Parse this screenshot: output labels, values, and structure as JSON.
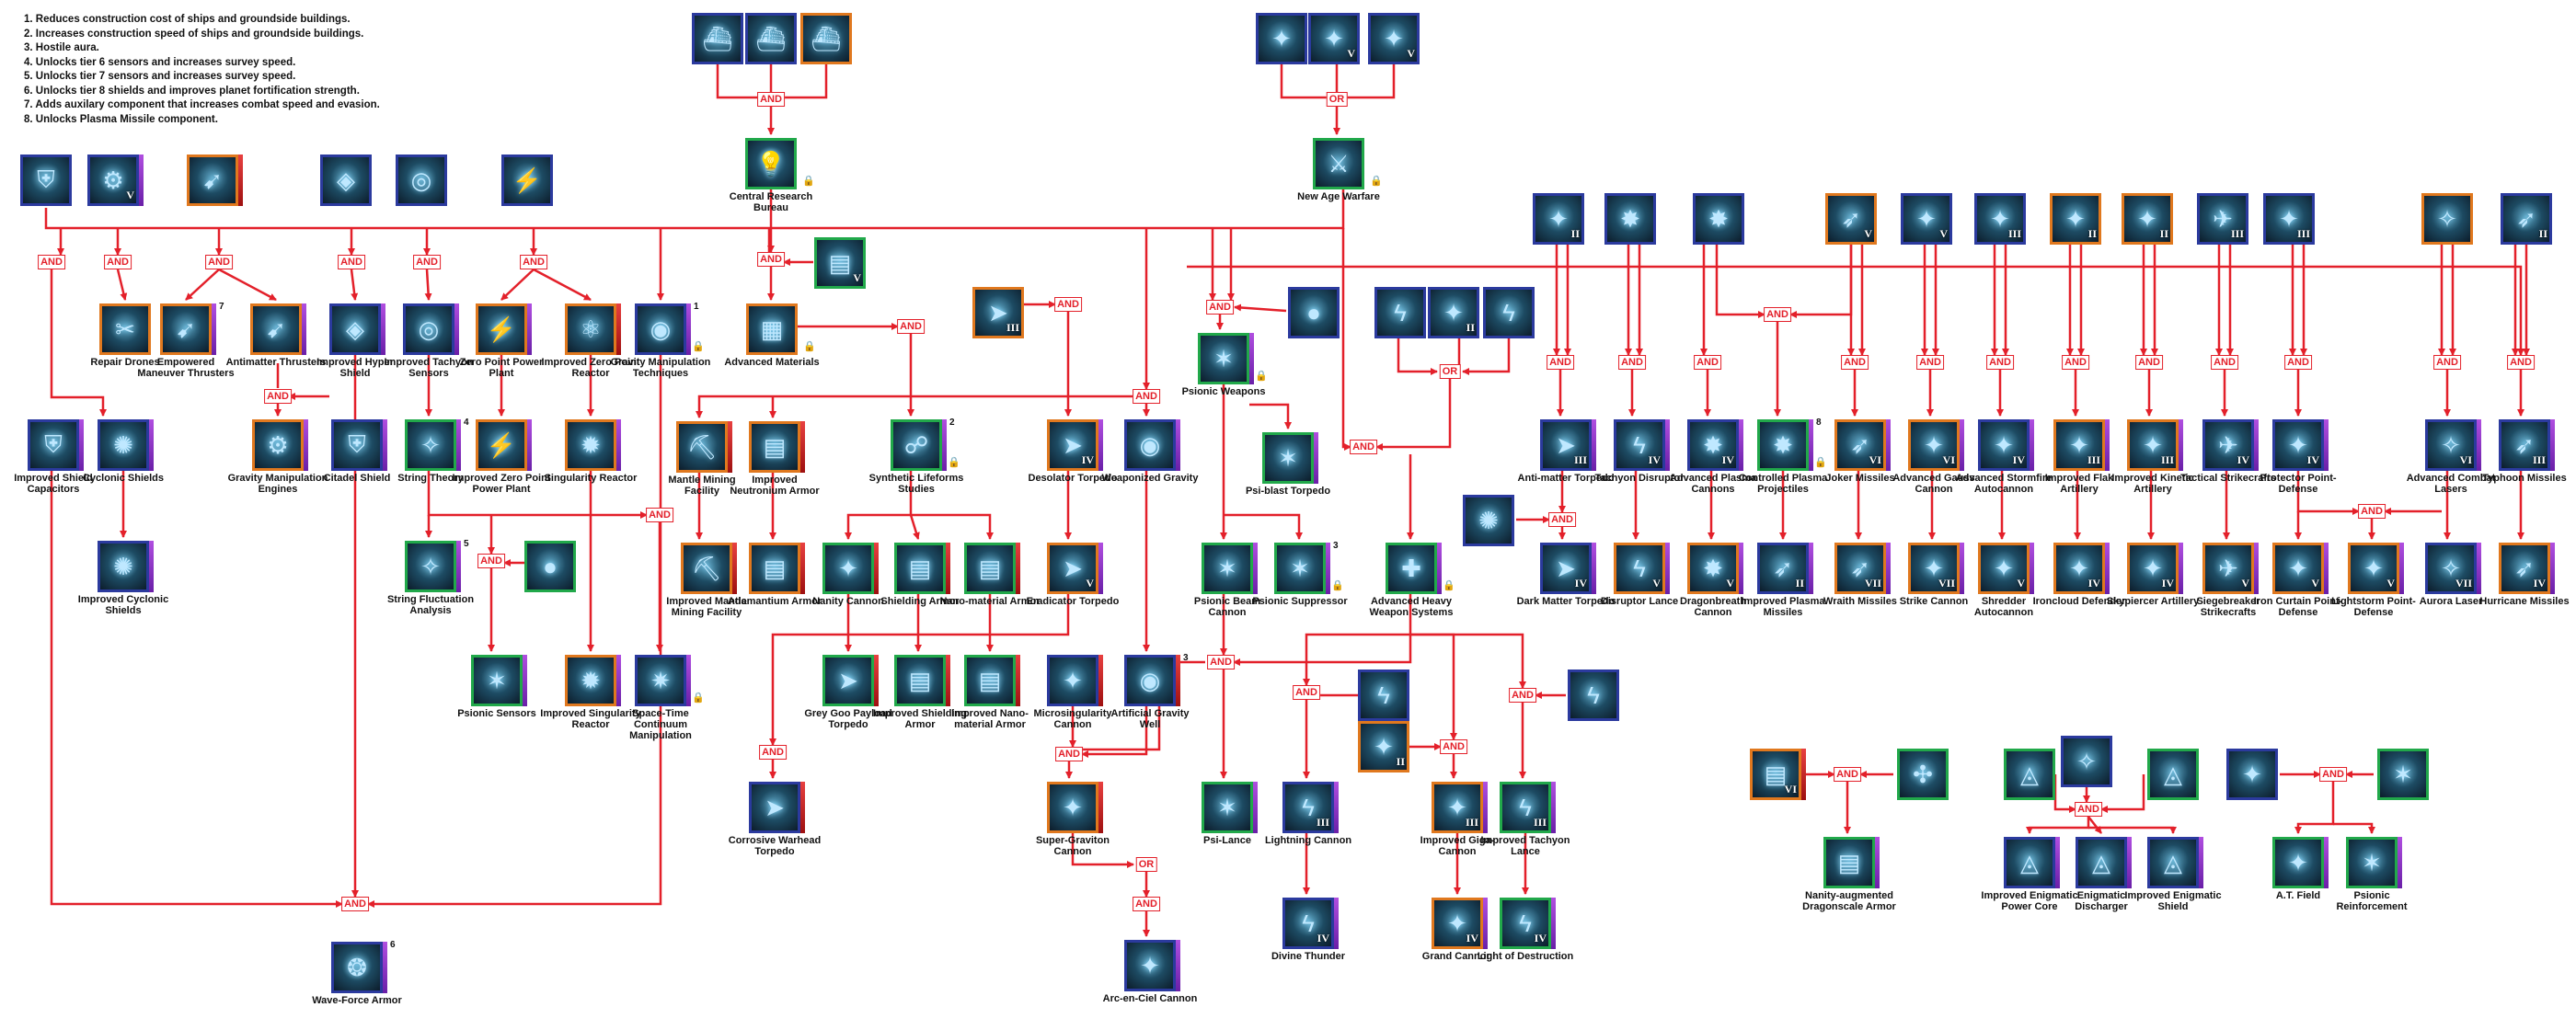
{
  "notes": [
    "1. Reduces construction cost of ships and groundside buildings.",
    "2. Increases construction speed of ships and groundside buildings.",
    "3. Hostile aura.",
    "4. Unlocks tier 6 sensors and increases survey speed.",
    "5. Unlocks tier 7 sensors and increases survey speed.",
    "6. Unlocks tier 8 shields and improves planet fortification strength.",
    "7. Adds auxilary component that increases combat speed and evasion.",
    "8. Unlocks Plasma Missile component."
  ],
  "colors": {
    "line": "#e3202a",
    "tier_blue": "#2b3a9e",
    "tier_orange": "#e0781e",
    "tier_green": "#21a84a"
  },
  "gates": {
    "and": "AND",
    "or": "OR"
  },
  "nodes": [
    {
      "id": "top-a1",
      "label": "",
      "roman": "",
      "border": "blue",
      "icon": "ship-icon"
    },
    {
      "id": "top-a2",
      "label": "",
      "roman": "",
      "border": "blue",
      "icon": "ship-icon"
    },
    {
      "id": "top-a3",
      "label": "",
      "roman": "",
      "border": "orange",
      "icon": "ship-icon"
    },
    {
      "id": "central-research",
      "label": "Central Research Bureau",
      "roman": "",
      "border": "green",
      "icon": "lightbulb-icon"
    },
    {
      "id": "top-b1",
      "label": "",
      "roman": "",
      "border": "blue",
      "icon": "cannon-icon"
    },
    {
      "id": "top-b2",
      "label": "",
      "roman": "V",
      "border": "blue",
      "icon": "cannon-icon"
    },
    {
      "id": "top-b3",
      "label": "",
      "roman": "V",
      "border": "blue",
      "icon": "cannon-icon"
    },
    {
      "id": "new-age-warfare",
      "label": "New Age Warfare",
      "roman": "",
      "border": "green",
      "icon": "warfare-icon"
    },
    {
      "id": "r1-shield",
      "label": "",
      "roman": "",
      "border": "blue",
      "icon": "shield-icon"
    },
    {
      "id": "r1-v",
      "label": "",
      "roman": "V",
      "border": "blue",
      "icon": "tech-icon"
    },
    {
      "id": "r1-thruster",
      "label": "",
      "roman": "",
      "border": "orange",
      "icon": "thruster-icon"
    },
    {
      "id": "r1-hyper",
      "label": "",
      "roman": "",
      "border": "blue",
      "icon": "hypershield-icon"
    },
    {
      "id": "r1-tachyon",
      "label": "",
      "roman": "",
      "border": "blue",
      "icon": "sensor-icon"
    },
    {
      "id": "r1-zeropoint",
      "label": "",
      "roman": "",
      "border": "blue",
      "icon": "power-icon"
    },
    {
      "id": "repair-drones",
      "label": "Repair Drones",
      "roman": "",
      "border": "orange",
      "icon": "wrench-icon"
    },
    {
      "id": "empowered-maneuver",
      "label": "Empowered Maneuver Thrusters",
      "roman": "",
      "border": "orange",
      "icon": "thruster-icon",
      "note": "7"
    },
    {
      "id": "antimatter-thrusters",
      "label": "Antimatter Thrusters",
      "roman": "",
      "border": "orange",
      "icon": "thruster-icon"
    },
    {
      "id": "improved-hyper",
      "label": "Improved Hyper Shield",
      "roman": "",
      "border": "blue",
      "icon": "hypershield-icon"
    },
    {
      "id": "improved-tachyon",
      "label": "Improved Tachyon Sensors",
      "roman": "",
      "border": "blue",
      "icon": "sensor-icon"
    },
    {
      "id": "zero-point-plant",
      "label": "Zero Point Power Plant",
      "roman": "",
      "border": "orange",
      "icon": "power-icon"
    },
    {
      "id": "improved-zero-reactor",
      "label": "Improved Zero Point Reactor",
      "roman": "",
      "border": "orange",
      "icon": "reactor-icon"
    },
    {
      "id": "gravity-manip",
      "label": "Gravity Manipulation Techniques",
      "roman": "",
      "border": "blue",
      "icon": "gravity-icon",
      "note": "1"
    },
    {
      "id": "advanced-materials",
      "label": "Advanced Materials",
      "roman": "",
      "border": "orange",
      "icon": "materials-icon"
    },
    {
      "id": "mat-v",
      "label": "",
      "roman": "V",
      "border": "green",
      "icon": "armor-icon"
    },
    {
      "id": "improved-shield-cap",
      "label": "Improved Shield Capacitors",
      "roman": "",
      "border": "blue",
      "icon": "shield-icon"
    },
    {
      "id": "cyclonic-shields",
      "label": "Cyclonic Shields",
      "roman": "",
      "border": "blue",
      "icon": "cyclone-icon"
    },
    {
      "id": "improved-cyclonic",
      "label": "Improved Cyclonic Shields",
      "roman": "",
      "border": "blue",
      "icon": "cyclone-icon"
    },
    {
      "id": "gravity-engines",
      "label": "Gravity Manipulation Engines",
      "roman": "",
      "border": "orange",
      "icon": "engine-icon"
    },
    {
      "id": "citadel-shield",
      "label": "Citadel Shield",
      "roman": "",
      "border": "blue",
      "icon": "shield-icon"
    },
    {
      "id": "string-theory",
      "label": "String Theory",
      "roman": "",
      "border": "green",
      "icon": "string-icon",
      "note": "4"
    },
    {
      "id": "improved-zero-plant",
      "label": "Improved Zero Point Power Plant",
      "roman": "",
      "border": "orange",
      "icon": "power-icon"
    },
    {
      "id": "singularity-reactor",
      "label": "Singularity Reactor",
      "roman": "",
      "border": "orange",
      "icon": "singularity-icon"
    },
    {
      "id": "string-fluct",
      "label": "String Fluctuation Analysis",
      "roman": "",
      "border": "green",
      "icon": "string-icon",
      "note": "5"
    },
    {
      "id": "psi-orb-1",
      "label": "",
      "roman": "",
      "border": "green",
      "icon": "orb-icon"
    },
    {
      "id": "psionic-sensors",
      "label": "Psionic Sensors",
      "roman": "",
      "border": "green",
      "icon": "psionic-icon"
    },
    {
      "id": "improved-singularity",
      "label": "Improved Singularity Reactor",
      "roman": "",
      "border": "orange",
      "icon": "singularity-icon"
    },
    {
      "id": "space-time",
      "label": "Space-Time Continuum Manipulation",
      "roman": "",
      "border": "blue",
      "icon": "spacetime-icon"
    },
    {
      "id": "wave-force",
      "label": "Wave-Force Armor",
      "roman": "",
      "border": "blue",
      "icon": "wave-icon",
      "note": "6"
    },
    {
      "id": "mantle-mining",
      "label": "Mantle Mining Facility",
      "roman": "",
      "border": "orange",
      "icon": "mining-icon"
    },
    {
      "id": "improved-neutronium",
      "label": "Improved Neutronium Armor",
      "roman": "",
      "border": "orange",
      "icon": "armor-icon"
    },
    {
      "id": "improved-mantle",
      "label": "Improved Mantle Mining Facility",
      "roman": "",
      "border": "orange",
      "icon": "mining-icon"
    },
    {
      "id": "adamantium",
      "label": "Adamantium Armor",
      "roman": "",
      "border": "orange",
      "icon": "armor-icon"
    },
    {
      "id": "torp-iii",
      "label": "",
      "roman": "III",
      "border": "orange",
      "icon": "torpedo-icon"
    },
    {
      "id": "synthetic-lifeforms",
      "label": "Synthetic Lifeforms Studies",
      "roman": "",
      "border": "green",
      "icon": "synthetic-icon",
      "note": "2"
    },
    {
      "id": "nanity-cannon",
      "label": "Nanity Cannon",
      "roman": "",
      "border": "green",
      "icon": "cannon-icon"
    },
    {
      "id": "shielding-armor",
      "label": "Shielding Armor",
      "roman": "",
      "border": "green",
      "icon": "armor-icon"
    },
    {
      "id": "nano-armor",
      "label": "Nano-material Armor",
      "roman": "",
      "border": "green",
      "icon": "armor-icon"
    },
    {
      "id": "grey-goo",
      "label": "Grey Goo Payload Torpedo",
      "roman": "",
      "border": "green",
      "icon": "torpedo-icon"
    },
    {
      "id": "improved-shielding",
      "label": "Improved Shielding Armor",
      "roman": "",
      "border": "green",
      "icon": "armor-icon"
    },
    {
      "id": "improved-nano",
      "label": "Improved Nano-material Armor",
      "roman": "",
      "border": "green",
      "icon": "armor-icon"
    },
    {
      "id": "desolator",
      "label": "Desolator Torpedo",
      "roman": "IV",
      "border": "orange",
      "icon": "torpedo-icon"
    },
    {
      "id": "eradicator",
      "label": "Eradicator Torpedo",
      "roman": "V",
      "border": "orange",
      "icon": "torpedo-icon"
    },
    {
      "id": "corrosive",
      "label": "Corrosive Warhead Torpedo",
      "roman": "",
      "border": "blue",
      "icon": "torpedo-icon"
    },
    {
      "id": "weaponized-gravity",
      "label": "Weaponized Gravity",
      "roman": "",
      "border": "blue",
      "icon": "gravity-icon"
    },
    {
      "id": "microsingularity",
      "label": "Microsingularity Cannon",
      "roman": "",
      "border": "blue",
      "icon": "cannon-icon"
    },
    {
      "id": "artificial-gravity",
      "label": "Artificial Gravity Well",
      "roman": "",
      "border": "blue",
      "icon": "gravity-icon",
      "note": "3"
    },
    {
      "id": "super-graviton",
      "label": "Super-Graviton Cannon",
      "roman": "",
      "border": "orange",
      "icon": "cannon-icon"
    },
    {
      "id": "arc-en-ciel",
      "label": "Arc-en-Ciel Cannon",
      "roman": "",
      "border": "blue",
      "icon": "cannon-icon"
    },
    {
      "id": "psi-orb-2",
      "label": "",
      "roman": "",
      "border": "blue",
      "icon": "orb-icon"
    },
    {
      "id": "psionic-weapons",
      "label": "Psionic Weapons",
      "roman": "",
      "border": "green",
      "icon": "psionic-icon"
    },
    {
      "id": "psi-blast",
      "label": "Psi-blast Torpedo",
      "roman": "",
      "border": "green",
      "icon": "psionic-icon"
    },
    {
      "id": "psionic-beam",
      "label": "Psionic Beam Cannon",
      "roman": "",
      "border": "green",
      "icon": "psionic-icon"
    },
    {
      "id": "psionic-suppressor",
      "label": "Psionic Suppressor",
      "roman": "",
      "border": "green",
      "icon": "psionic-icon",
      "note": "3"
    },
    {
      "id": "psi-lance",
      "label": "Psi-Lance",
      "roman": "",
      "border": "green",
      "icon": "psionic-icon"
    },
    {
      "id": "hw-bolt",
      "label": "",
      "roman": "",
      "border": "blue",
      "icon": "lightning-icon"
    },
    {
      "id": "hw-ii",
      "label": "",
      "roman": "II",
      "border": "blue",
      "icon": "cannon-icon"
    },
    {
      "id": "hw-bolt2",
      "label": "",
      "roman": "",
      "border": "blue",
      "icon": "lightning-icon"
    },
    {
      "id": "advanced-heavy",
      "label": "Advanced Heavy Weapon Systems",
      "roman": "",
      "border": "green",
      "icon": "heavy-icon"
    },
    {
      "id": "lw-bolt",
      "label": "",
      "roman": "",
      "border": "blue",
      "icon": "lightning-icon"
    },
    {
      "id": "lw-ii",
      "label": "",
      "roman": "II",
      "border": "orange",
      "icon": "cannon-icon"
    },
    {
      "id": "lw-bolt2",
      "label": "",
      "roman": "",
      "border": "blue",
      "icon": "lightning-icon"
    },
    {
      "id": "lightning-cannon",
      "label": "Lightning Cannon",
      "roman": "III",
      "border": "blue",
      "icon": "lightning-icon"
    },
    {
      "id": "improved-giga",
      "label": "Improved Giga-Cannon",
      "roman": "III",
      "border": "orange",
      "icon": "cannon-icon"
    },
    {
      "id": "improved-tachyon-lance",
      "label": "Improved Tachyon Lance",
      "roman": "III",
      "border": "green",
      "icon": "lightning-icon"
    },
    {
      "id": "divine-thunder",
      "label": "Divine Thunder",
      "roman": "IV",
      "border": "blue",
      "icon": "lightning-icon"
    },
    {
      "id": "grand-cannon",
      "label": "Grand Cannon",
      "roman": "IV",
      "border": "orange",
      "icon": "cannon-icon"
    },
    {
      "id": "light-destruction",
      "label": "Light of Destruction",
      "roman": "IV",
      "border": "green",
      "icon": "lightning-icon"
    },
    {
      "id": "rt-1",
      "label": "",
      "roman": "II",
      "border": "blue",
      "icon": "cannon-icon"
    },
    {
      "id": "rt-2",
      "label": "",
      "roman": "",
      "border": "blue",
      "icon": "plasma-icon"
    },
    {
      "id": "rt-3",
      "label": "",
      "roman": "",
      "border": "blue",
      "icon": "plasma-icon"
    },
    {
      "id": "rt-4",
      "label": "",
      "roman": "V",
      "border": "orange",
      "icon": "missile-icon"
    },
    {
      "id": "rt-5",
      "label": "",
      "roman": "V",
      "border": "blue",
      "icon": "cannon-icon"
    },
    {
      "id": "rt-6",
      "label": "",
      "roman": "III",
      "border": "blue",
      "icon": "cannon-icon"
    },
    {
      "id": "rt-7",
      "label": "",
      "roman": "II",
      "border": "orange",
      "icon": "cannon-icon"
    },
    {
      "id": "rt-8",
      "label": "",
      "roman": "II",
      "border": "orange",
      "icon": "cannon-icon"
    },
    {
      "id": "rt-9",
      "label": "",
      "roman": "III",
      "border": "blue",
      "icon": "fighter-icon"
    },
    {
      "id": "rt-10",
      "label": "",
      "roman": "III",
      "border": "blue",
      "icon": "cannon-icon"
    },
    {
      "id": "rt-11",
      "label": "",
      "roman": "",
      "border": "orange",
      "icon": "laser-icon"
    },
    {
      "id": "rt-12",
      "label": "",
      "roman": "II",
      "border": "blue",
      "icon": "missile-icon"
    },
    {
      "id": "dm-orb",
      "label": "",
      "roman": "",
      "border": "blue",
      "icon": "darkmatter-icon"
    },
    {
      "id": "antimatter-torpedo",
      "label": "Anti-matter Torpedo",
      "roman": "III",
      "border": "blue",
      "icon": "torpedo-icon"
    },
    {
      "id": "dark-matter",
      "label": "Dark Matter Torpedo",
      "roman": "IV",
      "border": "blue",
      "icon": "torpedo-icon"
    },
    {
      "id": "tachyon-disruptor",
      "label": "Tachyon Disruptor",
      "roman": "IV",
      "border": "blue",
      "icon": "lightning-icon"
    },
    {
      "id": "disruptor-lance",
      "label": "Disruptor Lance",
      "roman": "V",
      "border": "orange",
      "icon": "lightning-icon"
    },
    {
      "id": "adv-plasma",
      "label": "Advanced Plasma Cannons",
      "roman": "IV",
      "border": "blue",
      "icon": "plasma-icon"
    },
    {
      "id": "dragonbreath",
      "label": "Dragonbreath Cannon",
      "roman": "V",
      "border": "orange",
      "icon": "plasma-icon"
    },
    {
      "id": "controlled-plasma",
      "label": "Controlled Plasma Projectiles",
      "roman": "",
      "border": "green",
      "icon": "plasma-icon",
      "note": "8"
    },
    {
      "id": "improved-plasma-missiles",
      "label": "Improved Plasma Missiles",
      "roman": "II",
      "border": "blue",
      "icon": "missile-icon"
    },
    {
      "id": "joker",
      "label": "Joker Missiles",
      "roman": "VI",
      "border": "orange",
      "icon": "missile-icon"
    },
    {
      "id": "wraith",
      "label": "Wraith Missiles",
      "roman": "VII",
      "border": "orange",
      "icon": "missile-icon"
    },
    {
      "id": "adv-gauss",
      "label": "Advanced Gauss Cannon",
      "roman": "VI",
      "border": "orange",
      "icon": "cannon-icon"
    },
    {
      "id": "strike-cannon",
      "label": "Strike Cannon",
      "roman": "VII",
      "border": "orange",
      "icon": "cannon-icon"
    },
    {
      "id": "adv-stormfire",
      "label": "Advanced Stormfire Autocannon",
      "roman": "IV",
      "border": "blue",
      "icon": "cannon-icon"
    },
    {
      "id": "shredder",
      "label": "Shredder Autocannon",
      "roman": "V",
      "border": "orange",
      "icon": "cannon-icon"
    },
    {
      "id": "improved-flak",
      "label": "Improved Flak Artillery",
      "roman": "III",
      "border": "orange",
      "icon": "cannon-icon"
    },
    {
      "id": "ironcloud",
      "label": "Ironcloud Defender",
      "roman": "IV",
      "border": "orange",
      "icon": "cannon-icon"
    },
    {
      "id": "improved-kinetic",
      "label": "Improved Kinetic Artillery",
      "roman": "III",
      "border": "orange",
      "icon": "cannon-icon"
    },
    {
      "id": "skypiercer",
      "label": "Skypiercer Artillery",
      "roman": "IV",
      "border": "orange",
      "icon": "cannon-icon"
    },
    {
      "id": "tactical-strike",
      "label": "Tactical Strikecrafts",
      "roman": "IV",
      "border": "blue",
      "icon": "fighter-icon"
    },
    {
      "id": "siegebreaker",
      "label": "Siegebreaker Strikecrafts",
      "roman": "V",
      "border": "orange",
      "icon": "fighter-icon"
    },
    {
      "id": "protector-pd",
      "label": "Protector Point-Defense",
      "roman": "IV",
      "border": "blue",
      "icon": "cannon-icon"
    },
    {
      "id": "iron-curtain",
      "label": "Iron Curtain Point-Defense",
      "roman": "V",
      "border": "orange",
      "icon": "cannon-icon"
    },
    {
      "id": "lightstorm",
      "label": "Lightstorm Point-Defense",
      "roman": "V",
      "border": "orange",
      "icon": "cannon-icon"
    },
    {
      "id": "adv-combat-lasers",
      "label": "Advanced Combat Lasers",
      "roman": "VI",
      "border": "blue",
      "icon": "laser-icon"
    },
    {
      "id": "aurora",
      "label": "Aurora Laser",
      "roman": "VII",
      "border": "blue",
      "icon": "laser-icon"
    },
    {
      "id": "typhoon",
      "label": "Typhoon Missiles",
      "roman": "III",
      "border": "blue",
      "icon": "missile-icon"
    },
    {
      "id": "hurricane",
      "label": "Hurricane Missiles",
      "roman": "IV",
      "border": "orange",
      "icon": "missile-icon"
    },
    {
      "id": "dragon-a",
      "label": "",
      "roman": "VI",
      "border": "orange",
      "icon": "armor-icon"
    },
    {
      "id": "dragon-b",
      "label": "",
      "roman": "",
      "border": "green",
      "icon": "dragon-icon"
    },
    {
      "id": "nanity-dragonscale",
      "label": "Nanity-augmented Dragonscale Armor",
      "roman": "",
      "border": "green",
      "icon": "armor-icon"
    },
    {
      "id": "enig-a",
      "label": "",
      "roman": "",
      "border": "green",
      "icon": "enigmatic-icon"
    },
    {
      "id": "enig-b",
      "label": "",
      "roman": "",
      "border": "blue",
      "icon": "string-icon"
    },
    {
      "id": "enig-c",
      "label": "",
      "roman": "",
      "border": "green",
      "icon": "enigmatic-icon"
    },
    {
      "id": "imp-enig-core",
      "label": "Improved Enigmatic Power Core",
      "roman": "",
      "border": "blue",
      "icon": "enigmatic-icon"
    },
    {
      "id": "enig-discharger",
      "label": "Enigmatic Discharger",
      "roman": "",
      "border": "blue",
      "icon": "enigmatic-icon"
    },
    {
      "id": "imp-enig-shield",
      "label": "Improved Enigmatic Shield",
      "roman": "",
      "border": "blue",
      "icon": "enigmatic-icon"
    },
    {
      "id": "at-a",
      "label": "",
      "roman": "",
      "border": "blue",
      "icon": "atfield-icon"
    },
    {
      "id": "at-b",
      "label": "",
      "roman": "",
      "border": "green",
      "icon": "psionic-icon"
    },
    {
      "id": "at-field",
      "label": "A.T. Field",
      "roman": "",
      "border": "green",
      "icon": "atfield-icon"
    },
    {
      "id": "psionic-reinforcement",
      "label": "Psionic Reinforcement",
      "roman": "",
      "border": "green",
      "icon": "psionic-icon"
    }
  ]
}
